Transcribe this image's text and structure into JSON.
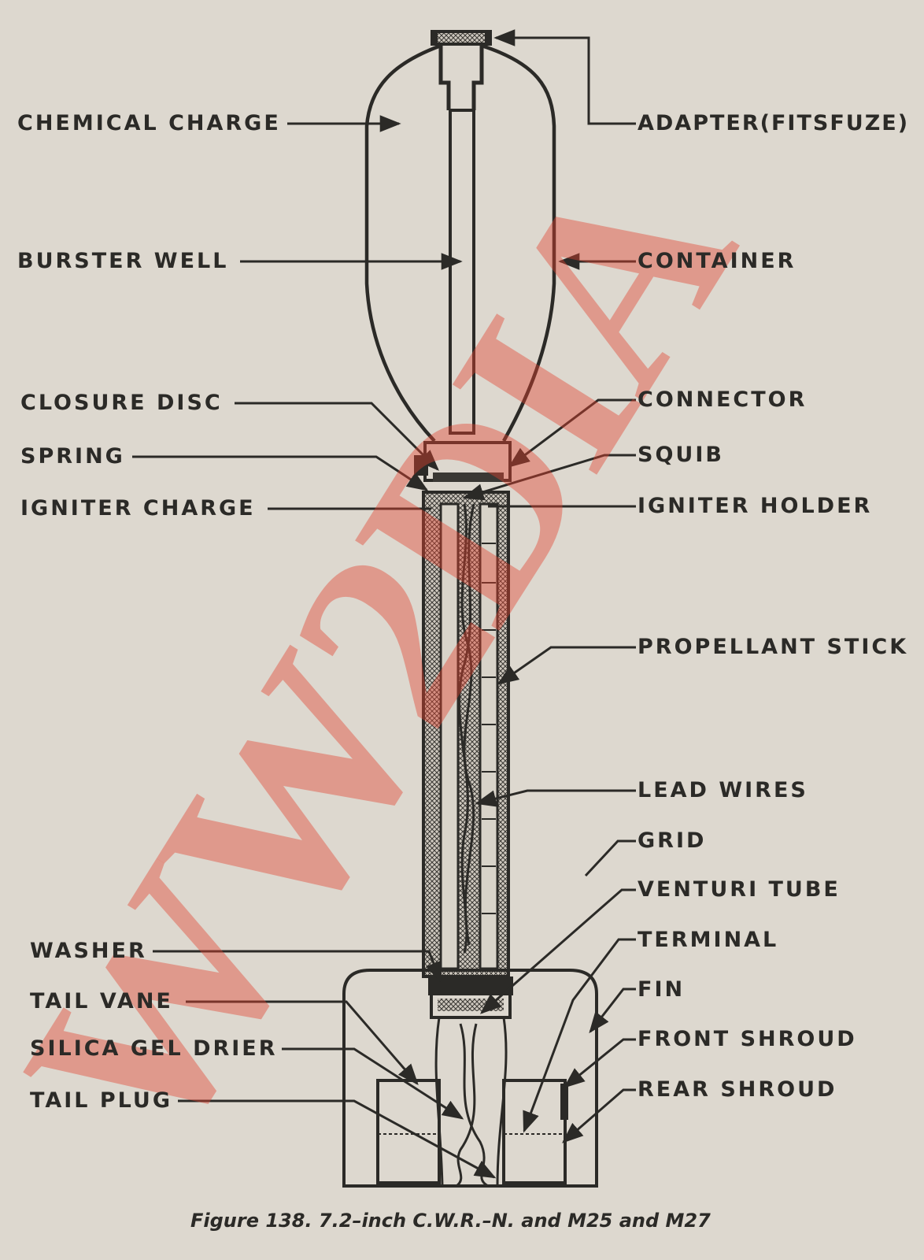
{
  "labels_left": {
    "chemical_charge": "CHEMICAL CHARGE",
    "burster_well": "BURSTER WELL",
    "closure_disc": "CLOSURE DISC",
    "spring": "SPRING",
    "igniter_charge": "IGNITER CHARGE",
    "washer": "WASHER",
    "tail_vane": "TAIL VANE",
    "silica_gel_drier": "SILICA GEL DRIER",
    "tail_plug": "TAIL PLUG"
  },
  "labels_right": {
    "adapter": "ADAPTER(FITSFUZE)",
    "container": "CONTAINER",
    "connector": "CONNECTOR",
    "squib": "SQUIB",
    "igniter_holder": "IGNITER HOLDER",
    "propellant_stick": "PROPELLANT STICK",
    "lead_wires": "LEAD WIRES",
    "grid": "GRID",
    "venturi_tube": "VENTURI TUBE",
    "terminal": "TERMINAL",
    "fin": "FIN",
    "front_shroud": "FRONT SHROUD",
    "rear_shroud": "REAR SHROUD"
  },
  "caption": "Figure 138.   7.2–inch C.W.R.–N. and M25 and M27",
  "watermark": "WW2DIA",
  "colors": {
    "background": "#ddd8cf",
    "ink": "#2b2a27",
    "watermark": "#e3432f"
  }
}
